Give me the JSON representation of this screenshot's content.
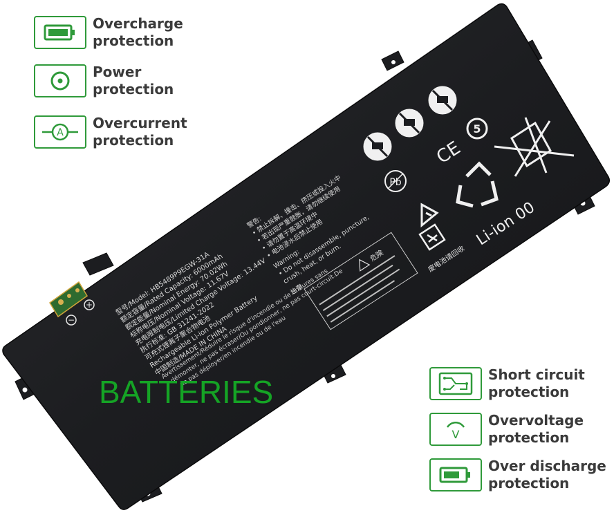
{
  "features_left": [
    {
      "line1": "Overcharge",
      "line2": "protection",
      "icon": "battery-full-icon"
    },
    {
      "line1": "Power",
      "line2": "protection",
      "icon": "power-circle-icon"
    },
    {
      "line1": "Overcurrent",
      "line2": "protection",
      "icon": "ammeter-icon"
    }
  ],
  "features_right": [
    {
      "line1": "Short circuit",
      "line2": "protection",
      "icon": "circuit-board-icon"
    },
    {
      "line1": "Overvoltage",
      "line2": "protection",
      "icon": "voltage-gauge-icon"
    },
    {
      "line1": "Over discharge",
      "line2": "protection",
      "icon": "battery-low-icon"
    }
  ],
  "watermark": "BATTERIES",
  "label": {
    "model": "型号/Model: HB5489P9EGW-31A",
    "capacity": "额定容量/Rated Capacity: 6000mAh",
    "energy": "额定能量/Nominal Energy: 70.02Wh",
    "voltage": "标称电压/Nominal Voltage: 11.67V",
    "charge_limit": "充电限制电压/Limited Charge Voltage: 13.44V",
    "standard": "执行标准: GB 31241-2022",
    "type": "可充式锂离子聚合物电池",
    "type_en": "Rechargeable Li-ion Polymer Battery",
    "made": "中国制造/MADE IN CHINA",
    "warning_cn1": "警告:",
    "warning_cn2": "• 禁止拆解、撞击、挤压或投入火中",
    "warning_cn3": "• 若出现严重鼓胀，请勿继续使用",
    "warning_cn4": "• 请勿置于高温环境中",
    "warning_cn5": "• 电池浸水后禁止使用",
    "warning_en1": "Warning:",
    "warning_en2": "• Do not disassemble, puncture,",
    "warning_en3": "crush, heat, or burn.",
    "warning_jp": "注意",
    "danger": "危険",
    "fr1": "Avertissement/Réduire le risque d'incendie ou de brûlures sans",
    "fr2": "démonter, ne pas écraser/Ou pondionner, ne pas court-circuit.De",
    "fr3": "ne pas déployer/en incendie ou de l'eau",
    "recycle": "废电池请回收",
    "liion": "Li-ion 00",
    "ce": "CE",
    "pb": "Pb",
    "five": "5"
  },
  "terminal": {
    "minus": "−",
    "plus": "+"
  }
}
